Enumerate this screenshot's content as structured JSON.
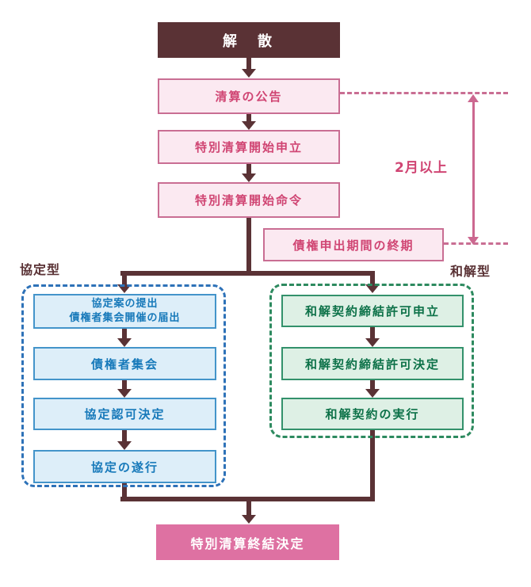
{
  "colors": {
    "flow_line": "#5a3235",
    "pink_border": "#c96e93",
    "pink_fill": "#fbe9f1",
    "pink_text": "#d04573",
    "magenta_fill": "#de71a2",
    "blue_border": "#4394ca",
    "blue_fill": "#ddeef9",
    "blue_text": "#1779ba",
    "blue_dash": "#2e72b8",
    "green_border": "#33916b",
    "green_fill": "#def0e5",
    "green_text": "#0c7148",
    "green_dash": "#2d8a5f"
  },
  "main_flow": {
    "dissolution": "解　散",
    "announcement": "清算の公告",
    "petition": "特別清算開始申立",
    "order": "特別清算開始命令",
    "claim_deadline": "債権申出期間の終期",
    "conclusion": "特別清算終結決定"
  },
  "annotation": {
    "duration": "2月以上"
  },
  "agreement_branch": {
    "label": "協定型",
    "step1_line1": "協定案の提出",
    "step1_line2": "債権者集会開催の届出",
    "step2": "債権者集会",
    "step3": "協定認可決定",
    "step4": "協定の遂行"
  },
  "settlement_branch": {
    "label": "和解型",
    "step1": "和解契約締結許可申立",
    "step2": "和解契約締結許可決定",
    "step3": "和解契約の実行"
  }
}
